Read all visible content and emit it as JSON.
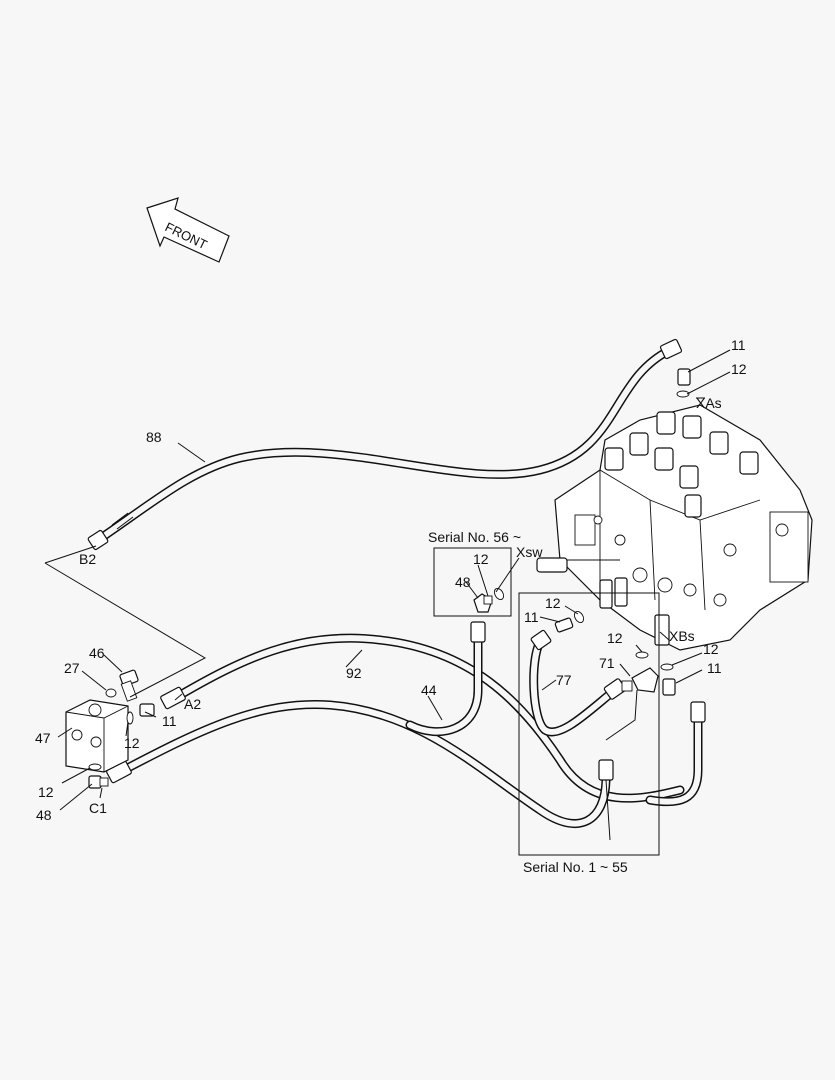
{
  "orientation_arrow": "FRONT",
  "boxes": {
    "upper": "Serial No. 56 ~",
    "lower": "Serial No. 1 ~ 55"
  },
  "ports": {
    "B2": "B2",
    "A2": "A2",
    "C1": "C1",
    "XAs": "XAs",
    "Xsw": "Xsw",
    "XBs": "XBs"
  },
  "callouts": {
    "c11_top": "11",
    "c12_top": "12",
    "c88": "88",
    "c12_box": "12",
    "c48_box": "48",
    "c11_mid": "11",
    "c12_mid": "12",
    "c12_right1": "12",
    "c12_right2": "12",
    "c71": "71",
    "c11_right": "11",
    "c77": "77",
    "c92": "92",
    "c44": "44",
    "c46": "46",
    "c27": "27",
    "c47": "47",
    "c11_left": "11",
    "c12_left": "12",
    "c12_bottom": "12",
    "c48_bottom": "48"
  }
}
